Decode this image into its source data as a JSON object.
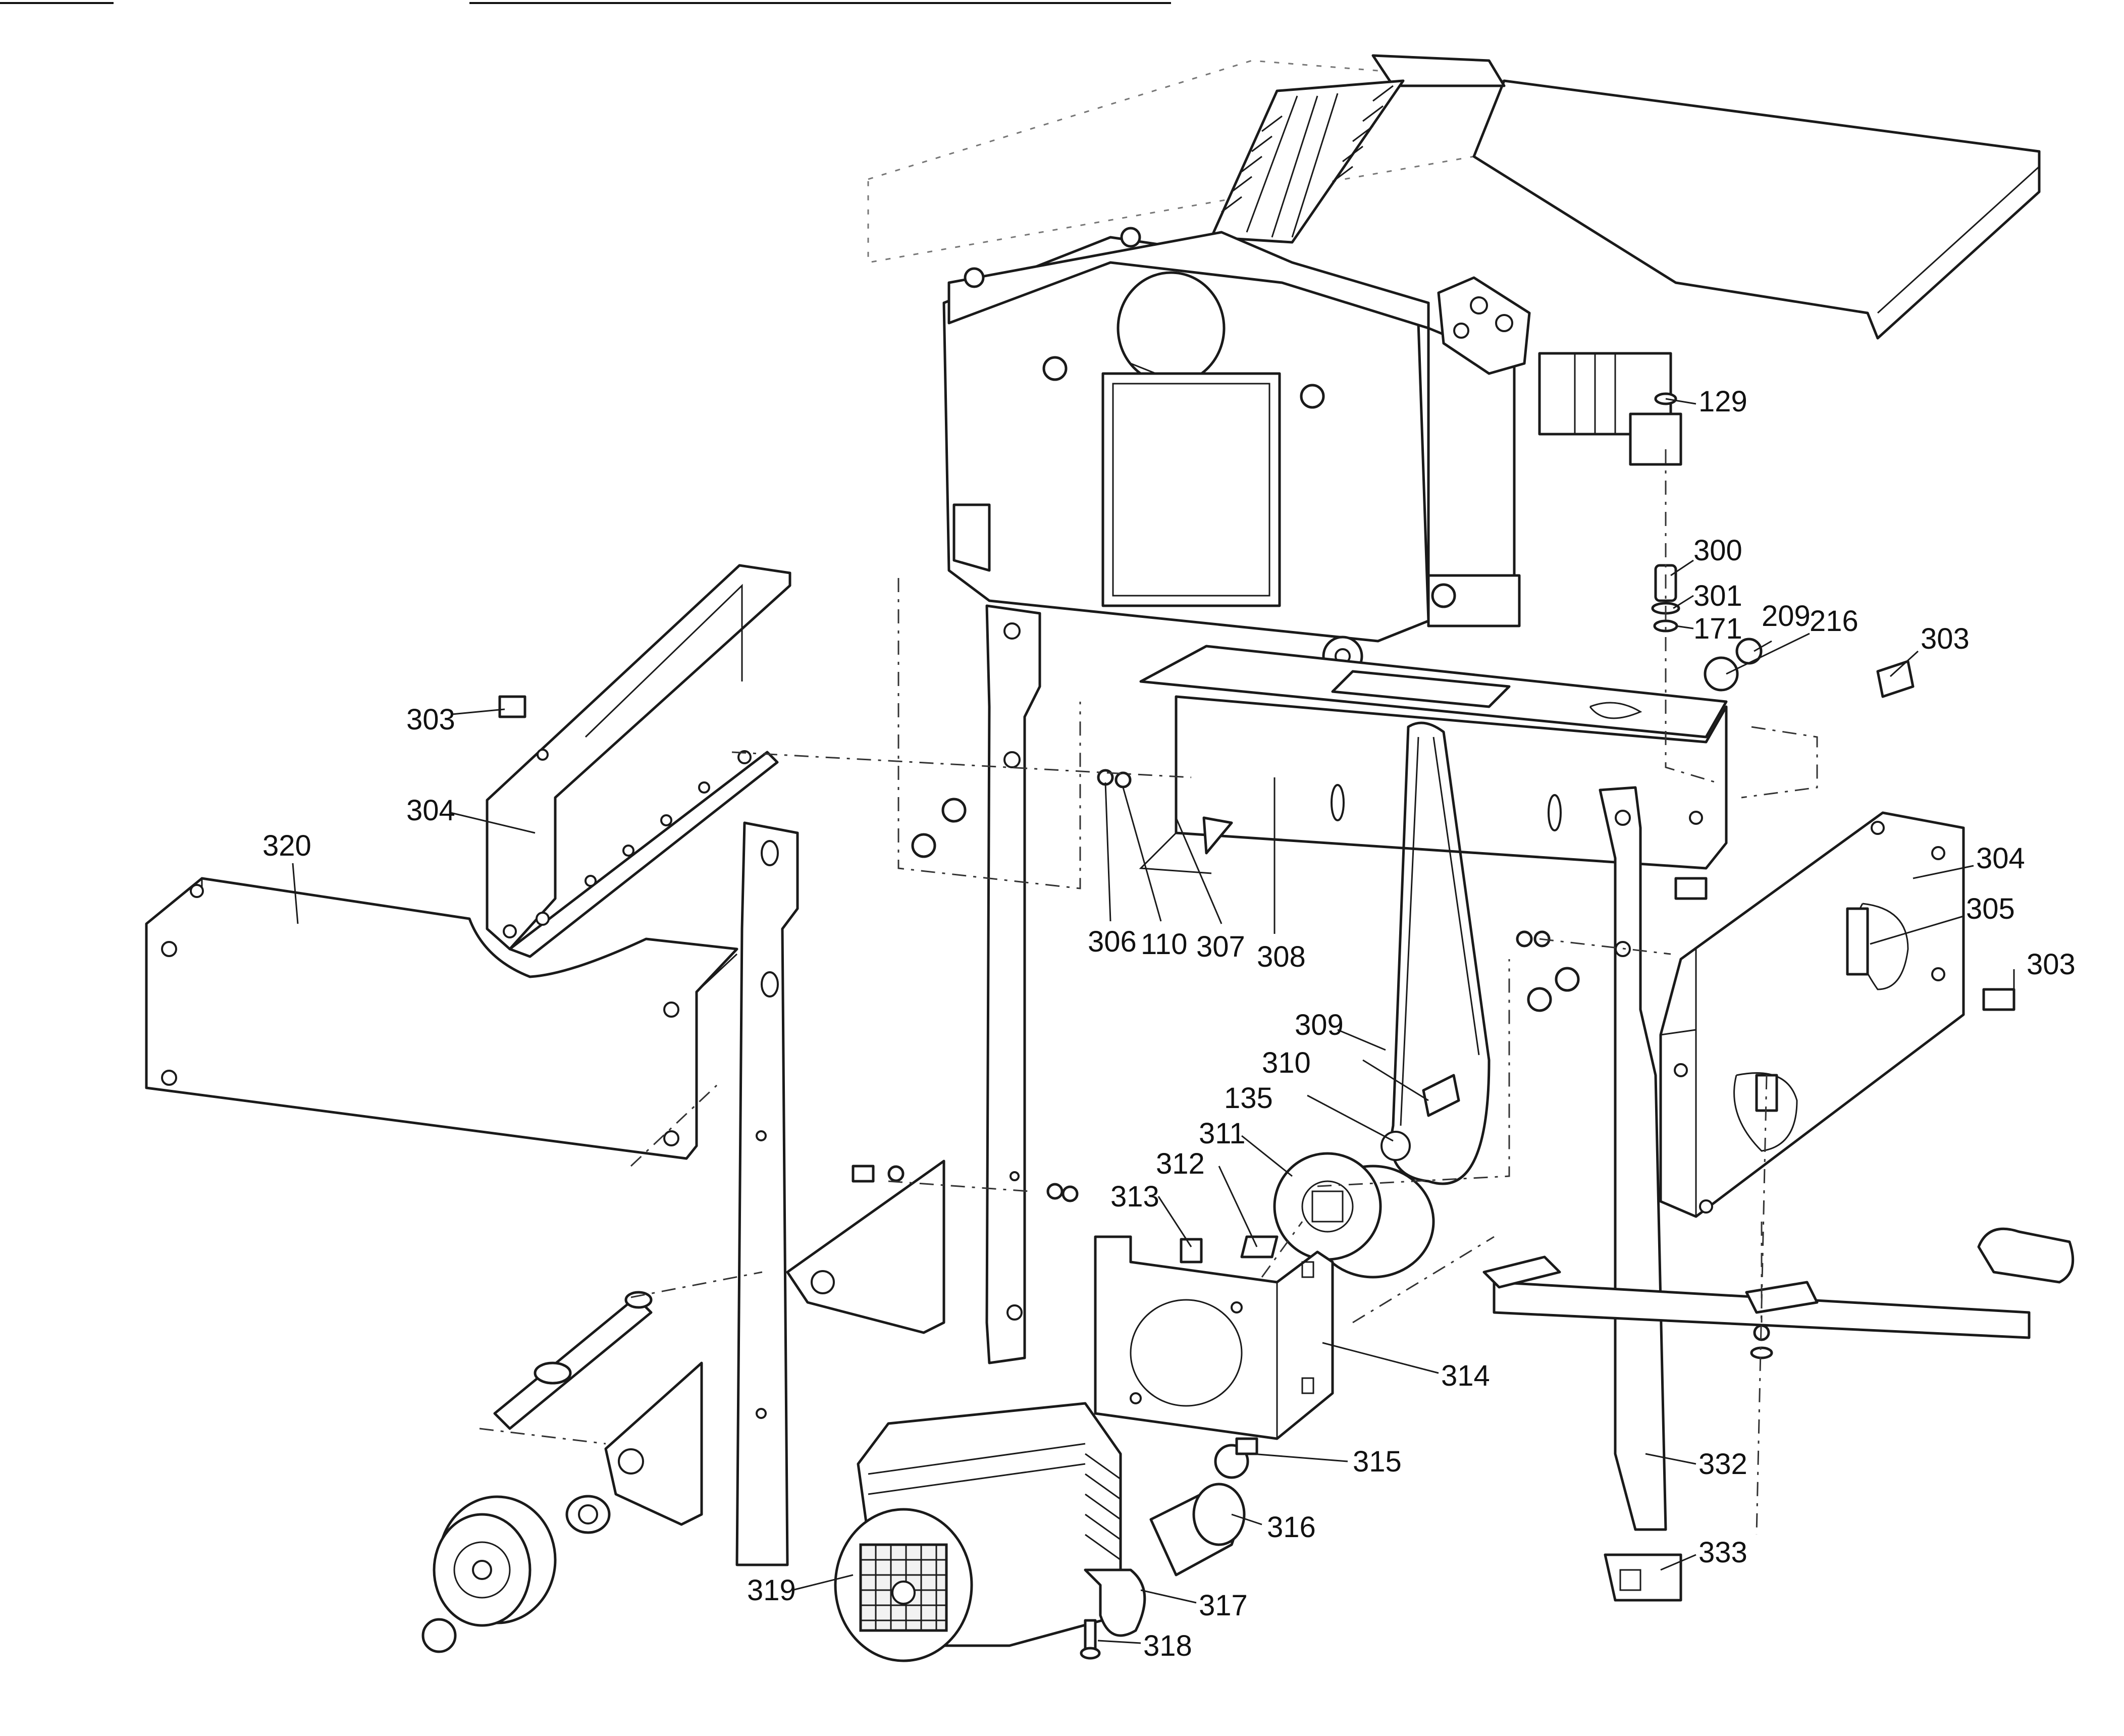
{
  "callouts": {
    "c129": "129",
    "c300": "300",
    "c301": "301",
    "c171": "171",
    "c209": "209",
    "c216": "216",
    "c303_left": "303",
    "c303_top_right": "303",
    "c303_right": "303",
    "c304_left": "304",
    "c304_right": "304",
    "c305": "305",
    "c306": "306",
    "c110": "110",
    "c307": "307",
    "c308": "308",
    "c309": "309",
    "c310": "310",
    "c135": "135",
    "c311": "311",
    "c312": "312",
    "c313": "313",
    "c314": "314",
    "c315": "315",
    "c316": "316",
    "c317": "317",
    "c318": "318",
    "c319": "319",
    "c320": "320",
    "c332": "332",
    "c333": "333"
  }
}
